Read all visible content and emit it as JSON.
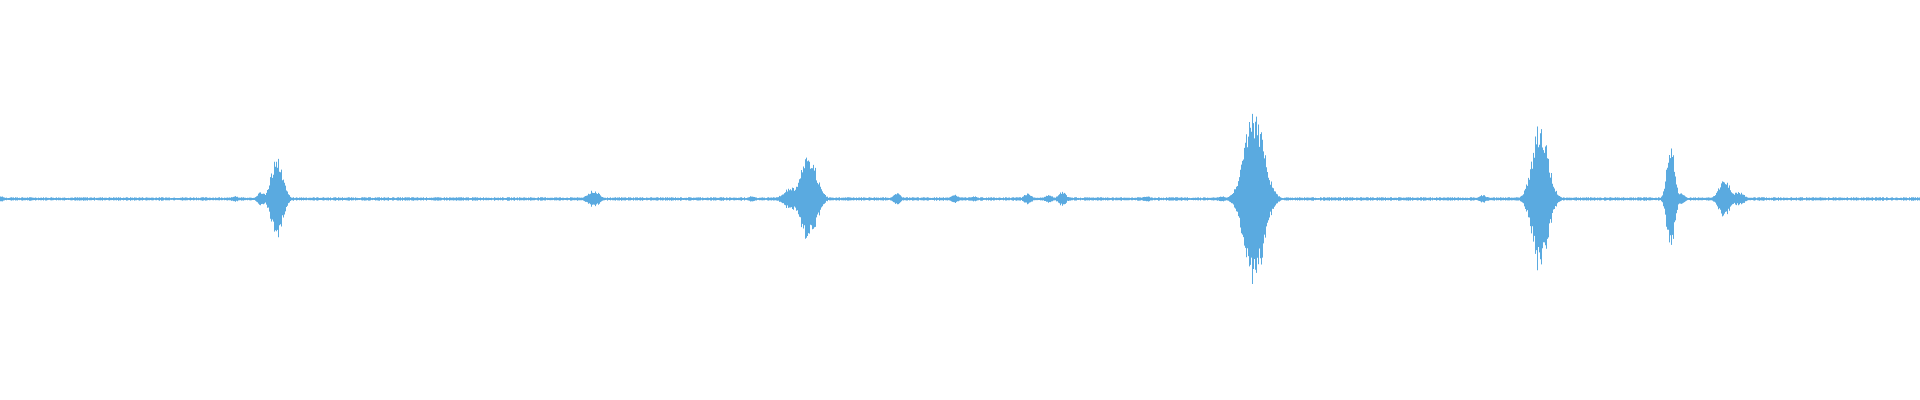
{
  "waveform": {
    "color": "#5aaae0",
    "background": "#ffffff",
    "duration_fraction_axis": [
      0,
      1
    ],
    "amplitude_axis": [
      -1,
      1
    ],
    "bursts": [
      {
        "position": 0.0,
        "amplitude": 0.02,
        "spread": 0.002
      },
      {
        "position": 0.122,
        "amplitude": 0.02,
        "spread": 0.002
      },
      {
        "position": 0.136,
        "amplitude": 0.05,
        "spread": 0.002
      },
      {
        "position": 0.144,
        "amplitude": 0.28,
        "spread": 0.003
      },
      {
        "position": 0.309,
        "amplitude": 0.06,
        "spread": 0.003
      },
      {
        "position": 0.391,
        "amplitude": 0.02,
        "spread": 0.002
      },
      {
        "position": 0.412,
        "amplitude": 0.08,
        "spread": 0.004
      },
      {
        "position": 0.421,
        "amplitude": 0.31,
        "spread": 0.004
      },
      {
        "position": 0.467,
        "amplitude": 0.04,
        "spread": 0.002
      },
      {
        "position": 0.497,
        "amplitude": 0.03,
        "spread": 0.002
      },
      {
        "position": 0.507,
        "amplitude": 0.02,
        "spread": 0.002
      },
      {
        "position": 0.535,
        "amplitude": 0.04,
        "spread": 0.002
      },
      {
        "position": 0.546,
        "amplitude": 0.03,
        "spread": 0.002
      },
      {
        "position": 0.553,
        "amplitude": 0.05,
        "spread": 0.002
      },
      {
        "position": 0.597,
        "amplitude": 0.02,
        "spread": 0.002
      },
      {
        "position": 0.636,
        "amplitude": 0.02,
        "spread": 0.002
      },
      {
        "position": 0.645,
        "amplitude": 0.03,
        "spread": 0.003
      },
      {
        "position": 0.653,
        "amplitude": 0.6,
        "spread": 0.005
      },
      {
        "position": 0.772,
        "amplitude": 0.03,
        "spread": 0.002
      },
      {
        "position": 0.802,
        "amplitude": 0.52,
        "spread": 0.004
      },
      {
        "position": 0.87,
        "amplitude": 0.38,
        "spread": 0.002
      },
      {
        "position": 0.875,
        "amplitude": 0.05,
        "spread": 0.002
      },
      {
        "position": 0.898,
        "amplitude": 0.13,
        "spread": 0.003
      },
      {
        "position": 0.905,
        "amplitude": 0.05,
        "spread": 0.003
      }
    ]
  }
}
